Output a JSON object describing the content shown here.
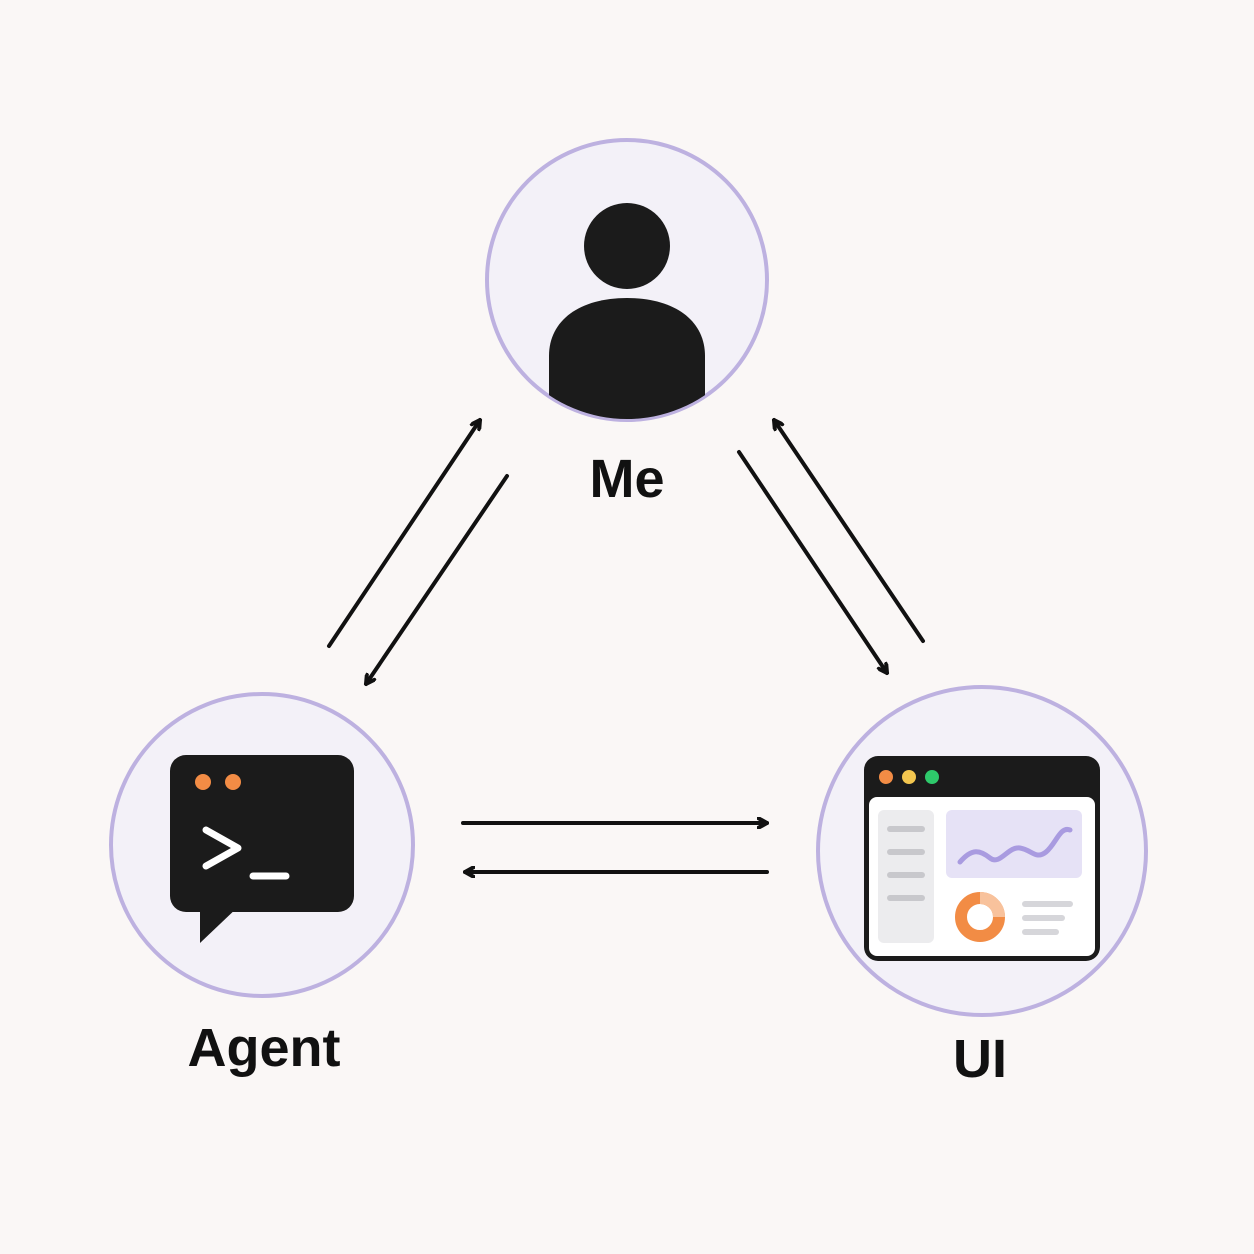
{
  "nodes": {
    "me": {
      "label": "Me",
      "icon": "person-icon"
    },
    "agent": {
      "label": "Agent",
      "icon": "terminal-chat-icon"
    },
    "ui": {
      "label": "UI",
      "icon": "browser-window-icon"
    }
  },
  "edges": [
    {
      "from": "agent",
      "to": "me"
    },
    {
      "from": "me",
      "to": "agent"
    },
    {
      "from": "me",
      "to": "ui"
    },
    {
      "from": "ui",
      "to": "me"
    },
    {
      "from": "agent",
      "to": "ui"
    },
    {
      "from": "ui",
      "to": "agent"
    }
  ],
  "terminal_prompt": ">_",
  "colors": {
    "background": "#faf7f6",
    "node_fill": "#f3f1f8",
    "node_stroke": "#bdb1e0",
    "icon_dark": "#1b1b1b",
    "accent_orange": "#f28c45",
    "accent_yellow": "#f3c64f",
    "accent_green": "#2ec96b",
    "chart_purple": "#a99be0"
  }
}
